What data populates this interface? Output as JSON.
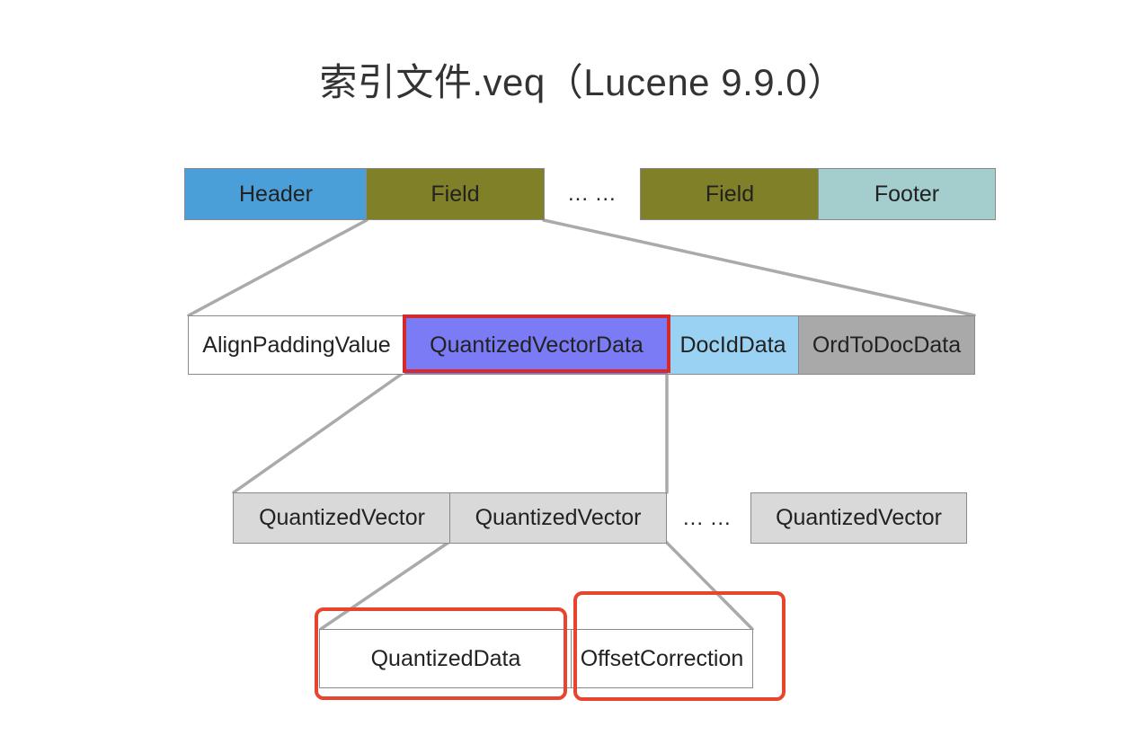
{
  "title": "索引文件.veq（Lucene 9.9.0）",
  "row1": {
    "header": "Header",
    "field_first": "Field",
    "ellipsis": "... ...",
    "field_last": "Field",
    "footer": "Footer"
  },
  "row2": {
    "align_padding": "AlignPaddingValue",
    "quantized_vector_data": "QuantizedVectorData",
    "doc_id_data": "DocIdData",
    "ord_to_doc_data": "OrdToDocData"
  },
  "row3": {
    "vector_first": "QuantizedVector",
    "vector_second": "QuantizedVector",
    "ellipsis": "... ...",
    "vector_last": "QuantizedVector"
  },
  "row4": {
    "quantized_data": "QuantizedData",
    "offset_correction": "OffsetCorrection"
  },
  "colors": {
    "header": "#4a9fd8",
    "field": "#808028",
    "footer": "#a3cecd",
    "align_padding": "#ffffff",
    "quantized_vector_data": "#7b7bf5",
    "doc_id_data": "#99d2f2",
    "ord_to_doc_data": "#a9a9a9",
    "quantized_vector": "#d9d9d9",
    "connector": "#aaaaaa",
    "highlight": "#d42a2a",
    "highlight_rounded": "#e8452e"
  }
}
